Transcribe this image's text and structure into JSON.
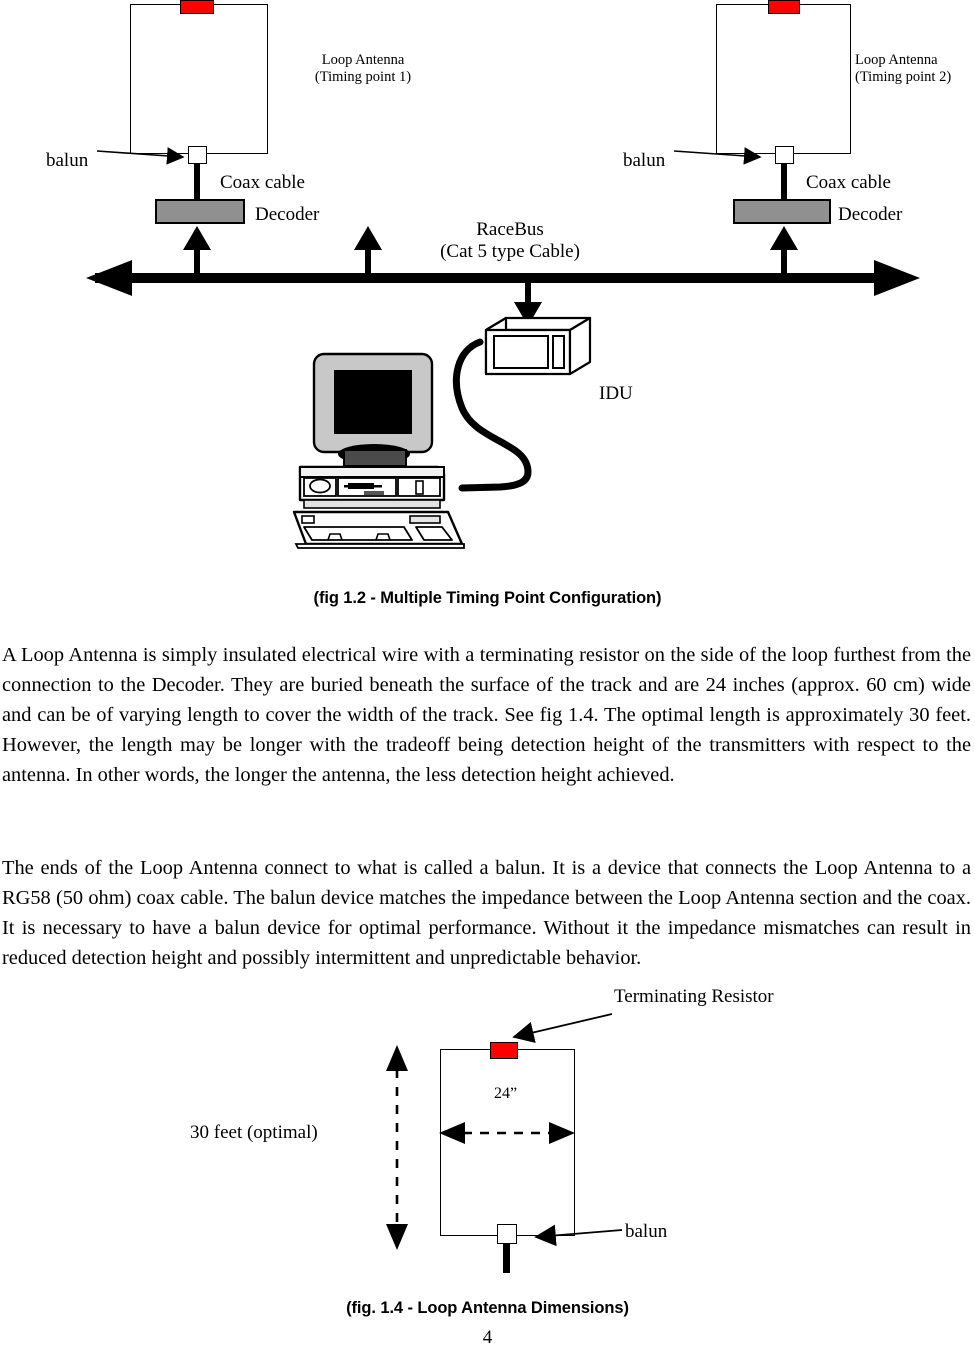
{
  "page": {
    "number": "4",
    "background": "#ffffff",
    "text_color": "#000000"
  },
  "colors": {
    "resistor_red": "#FF0000",
    "decoder_gray": "#909090",
    "line_black": "#000000",
    "monitor_gray": "#C8C8C8"
  },
  "figure_1_2": {
    "caption": "(fig 1.2 - Multiple Timing Point Configuration)",
    "timing_point_1": {
      "antenna_label_line1": "Loop Antenna",
      "antenna_label_line2": "(Timing point 1)",
      "balun_label": "balun",
      "coax_label": "Coax cable",
      "decoder_label": "Decoder"
    },
    "timing_point_2": {
      "antenna_label_line1": "Loop Antenna",
      "antenna_label_line2": "(Timing point 2)",
      "balun_label": "balun",
      "coax_label": "Coax cable",
      "decoder_label": "Decoder"
    },
    "bus": {
      "label_line1": "RaceBus",
      "label_line2": "(Cat 5 type Cable)"
    },
    "idu_label": "IDU"
  },
  "body": {
    "paragraph_1": "A Loop Antenna is simply insulated electrical wire with a terminating resistor on the side of the loop furthest from the connection to the Decoder.  They are buried beneath the surface of the track and are 24 inches (approx. 60 cm) wide and can be of varying length to cover the width of the track.  See fig 1.4.  The optimal length is approximately 30 feet.  However, the length may be longer with the tradeoff being detection height of the transmitters with respect to the antenna.  In other words, the longer the antenna, the less detection height achieved.",
    "paragraph_2": "The ends of the Loop Antenna connect to what is called a balun.  It is a device that connects the Loop Antenna to a RG58 (50 ohm) coax cable.  The balun device matches the impedance between the Loop Antenna section and the coax.  It is necessary to have a balun device for optimal performance.  Without it the impedance mismatches can result in reduced detection height and possibly intermittent and unpredictable behavior."
  },
  "figure_1_4": {
    "caption": "(fig. 1.4 - Loop Antenna Dimensions)",
    "terminating_resistor_label": "Terminating Resistor",
    "length_label": "30 feet (optimal)",
    "width_label": "24”",
    "balun_label": "balun"
  }
}
